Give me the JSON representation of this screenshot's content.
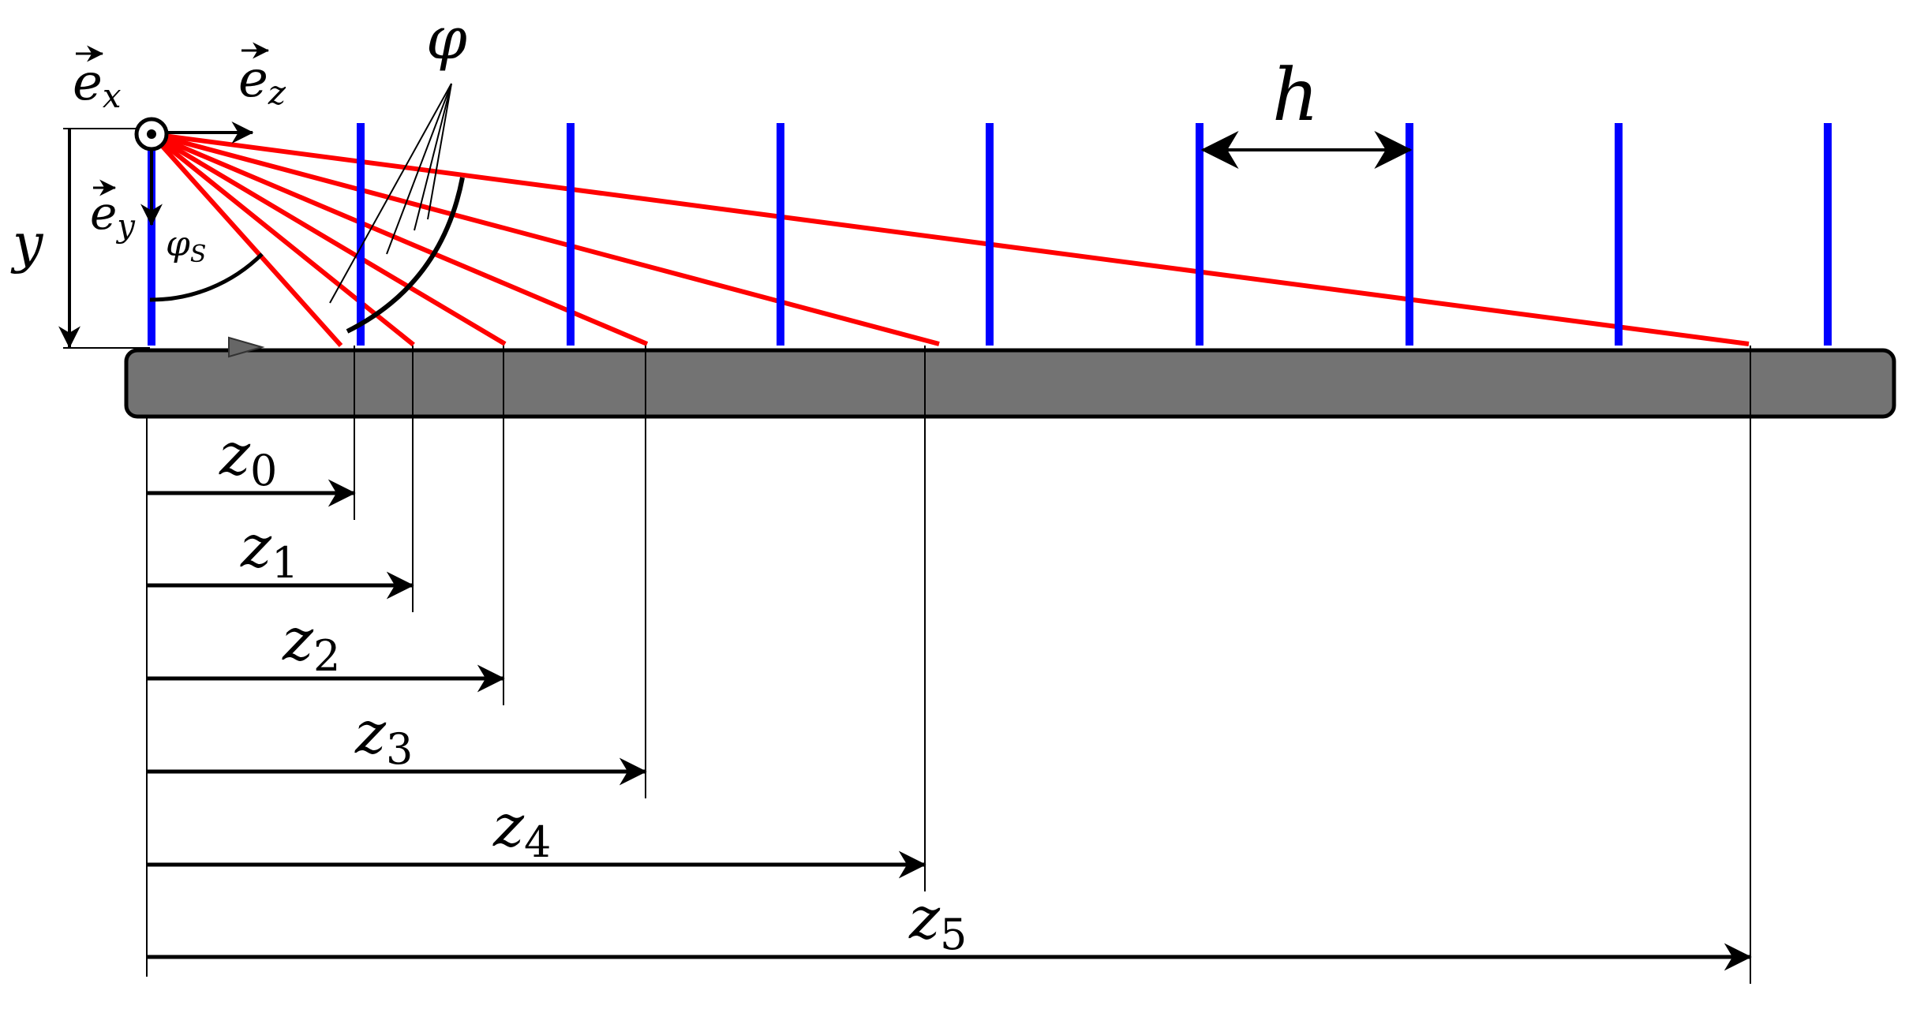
{
  "colors": {
    "rays": "#ff0000",
    "plates": "#0000ff",
    "ground": "#737373",
    "ink": "#000000"
  },
  "labels": {
    "ex": "e",
    "ex_sub": "x",
    "ez": "e",
    "ez_sub": "z",
    "ey": "e",
    "ey_sub": "y",
    "y": "y",
    "phi": "φ",
    "phi_s": "φ",
    "phi_s_sub": "S",
    "h": "h"
  },
  "distances": [
    {
      "symbol": "z",
      "index": "0"
    },
    {
      "symbol": "z",
      "index": "1"
    },
    {
      "symbol": "z",
      "index": "2"
    },
    {
      "symbol": "z",
      "index": "3"
    },
    {
      "symbol": "z",
      "index": "4"
    },
    {
      "symbol": "z",
      "index": "5"
    }
  ]
}
